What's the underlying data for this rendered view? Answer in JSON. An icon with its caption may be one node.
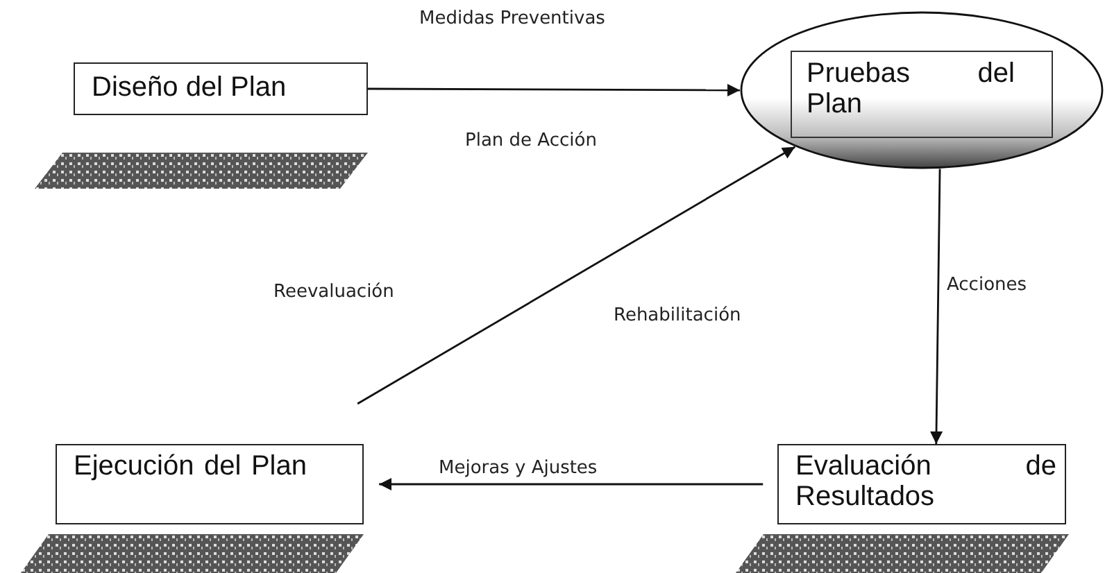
{
  "diagram": {
    "nodes": [
      {
        "text": [
          "Diseño del Plan"
        ]
      },
      {
        "text": [
          "Pruebas del Plan"
        ]
      },
      {
        "text": [
          "Evaluación de Resultados"
        ]
      },
      {
        "text": [
          "Ejecución del Plan"
        ]
      },
      {
        "text": [],
        "shape": "bar"
      },
      {
        "text": [],
        "shape": "bar"
      },
      {
        "text": [],
        "shape": "bar"
      }
    ],
    "edges": [
      {
        "from": 0,
        "to": 1,
        "arrow": "to",
        "label": "Medidas Preventivas"
      },
      {
        "from": 1,
        "to": 2,
        "arrow": "to",
        "label": "Acciones"
      },
      {
        "from": 2,
        "to": 3,
        "arrow": "to",
        "label": "Mejoras y Ajustes"
      },
      {
        "from": 3,
        "to": 1,
        "arrow": "to"
      }
    ],
    "labels": [
      "Plan de Acción",
      "Reevaluación",
      "Rehabilitación"
    ]
  }
}
